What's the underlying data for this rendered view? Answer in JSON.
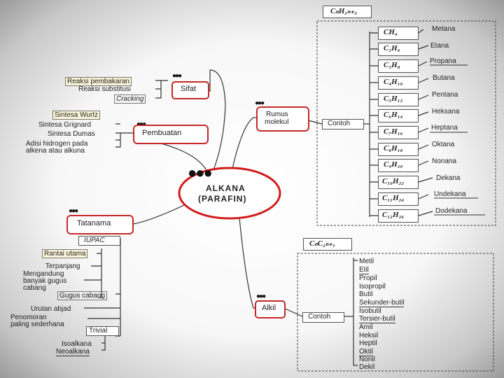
{
  "center": {
    "line1": "ALKANA",
    "line2": "(PARAFIN)"
  },
  "sifat": {
    "title": "Sifat",
    "items": [
      "Reaksi pembakaran",
      "Reaksi substitusi",
      "Cracking"
    ]
  },
  "pembuatan": {
    "title": "Pembuatan",
    "items": [
      "Sintesa Wurtz",
      "Sintesa Grignard",
      "Sintesa Dumas",
      "Adisi hidrogen pada",
      "alkena atau alkuna"
    ]
  },
  "rumus": {
    "title1": "Rumus",
    "title2": "molekul",
    "formula": "CₙH₂ₙ₊₂",
    "contoh": "Contoh",
    "formulas": [
      "CH₄",
      "C₂H₆",
      "C₃H₈",
      "C₄H₁₀",
      "C₅H₁₂",
      "C₆H₁₄",
      "C₇H₁₆",
      "C₈H₁₈",
      "C₉H₂₀",
      "C₁₀H₂₂",
      "C₁₁H₂₄",
      "C₁₂H₂₆"
    ],
    "names": [
      "Metana",
      "Etana",
      "Propana",
      "Butana",
      "Pentana",
      "Heksana",
      "Heptana",
      "Oktana",
      "Nonana",
      "Dekana",
      "Undekana",
      "Dodekana"
    ]
  },
  "tatanama": {
    "title": "Tatanama",
    "iupac": "IUPAC",
    "rantai": "Rantai utama",
    "rantai_items": [
      "Terpanjang",
      "Mengandung",
      "banyak gugus",
      "cabang"
    ],
    "gugus": "Gugus cabang",
    "urutan": "Urutan abjad",
    "penomoran1": "Penomoran",
    "penomoran2": "paling sederhana",
    "trivial": "Trivial",
    "trivial_items": [
      "Isoalkana",
      "Neoalkana"
    ]
  },
  "alkil": {
    "title": "Alkil",
    "formula": "CₙC₂ₙ₊₁",
    "contoh": "Contoh",
    "names": [
      "Metil",
      "Etil",
      "Propil",
      "Isopropil",
      "Butil",
      "Sekunder-butil",
      "Isobutil",
      "Tersier-butil",
      "Amil",
      "Heksil",
      "Heptil",
      "Oktil",
      "Nonil",
      "Dekil"
    ]
  }
}
